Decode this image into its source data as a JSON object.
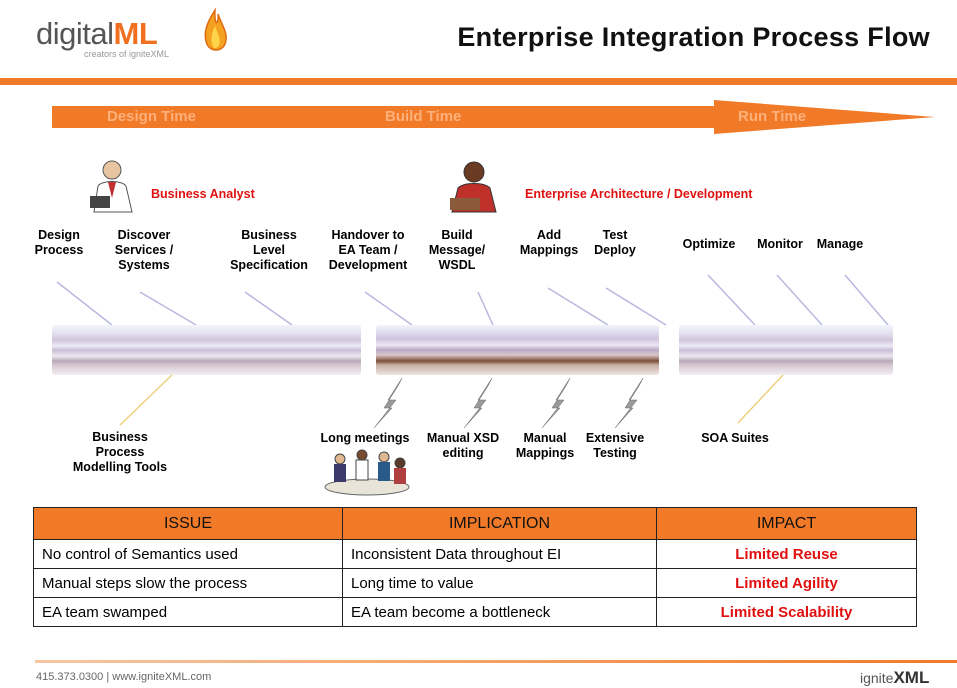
{
  "header": {
    "logo_main": "digital",
    "logo_accent": "ML",
    "logo_sub": "creators of igniteXML",
    "title": "Enterprise Integration Process Flow"
  },
  "phases": [
    "Design Time",
    "Build Time",
    "Run Time"
  ],
  "roles": {
    "business": "Business Analyst",
    "enterprise": "Enterprise Architecture  / Development"
  },
  "steps": {
    "design_process": "Design\nProcess",
    "discover": "Discover\nServices /\nSystems",
    "business_level": "Business\nLevel\nSpecification",
    "handover": "Handover to\nEA Team /\nDevelopment",
    "build_message": "Build\nMessage/\nWSDL",
    "add_mappings": "Add\nMappings",
    "test_deploy": "Test\nDeploy",
    "optimize": "Optimize",
    "monitor": "Monitor",
    "manage": "Manage"
  },
  "tools": {
    "bpm": "Business\nProcess\nModelling Tools",
    "soa": "SOA Suites"
  },
  "pain_points": {
    "long_meetings": "Long meetings",
    "manual_xsd": "Manual XSD\nediting",
    "manual_mappings": "Manual\nMappings",
    "extensive_testing": "Extensive\nTesting"
  },
  "table": {
    "headers": [
      "ISSUE",
      "IMPLICATION",
      "IMPACT"
    ],
    "rows": [
      [
        "No control of Semantics used",
        "Inconsistent Data throughout EI",
        "Limited Reuse"
      ],
      [
        "Manual steps slow the process",
        "Long time to value",
        "Limited Agility"
      ],
      [
        "EA team swamped",
        "EA team become a bottleneck",
        "Limited Scalability"
      ]
    ]
  },
  "footer": {
    "contact": "415.373.0300  |  www.igniteXML.com",
    "logo_prefix": "ignite",
    "logo_main": "XML"
  },
  "colors": {
    "accent": "#f07a28",
    "impact_red": "#e01010"
  }
}
